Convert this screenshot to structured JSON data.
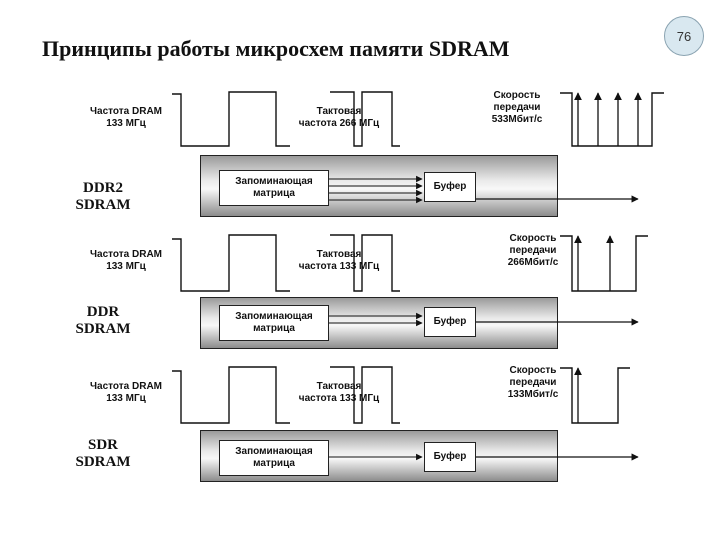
{
  "title": "Принципы работы микросхем памяти SDRAM",
  "page_number": "76",
  "sections": [
    {
      "id": "ddr2",
      "type_label": [
        "DDR2",
        "SDRAM"
      ],
      "dram_freq_label": [
        "Частота DRAM",
        "133 МГц"
      ],
      "clock_label": [
        "Тактовая",
        "частота 266 МГц"
      ],
      "speed_label": [
        "Скорость",
        "передачи",
        "533Мбит/с"
      ],
      "matrix_label": [
        "Запоминающая",
        "матрица"
      ],
      "buffer_label": "Буфер",
      "internal_lines": 4,
      "output_pulses": 4
    },
    {
      "id": "ddr",
      "type_label": [
        "DDR",
        "SDRAM"
      ],
      "dram_freq_label": [
        "Частота DRAM",
        "133 МГц"
      ],
      "clock_label": [
        "Тактовая",
        "частота 133 МГц"
      ],
      "speed_label": [
        "Скорость",
        "передачи",
        "266Мбит/с"
      ],
      "matrix_label": [
        "Запоминающая",
        "матрица"
      ],
      "buffer_label": "Буфер",
      "internal_lines": 2,
      "output_pulses": 2
    },
    {
      "id": "sdr",
      "type_label": [
        "SDR",
        "SDRAM"
      ],
      "dram_freq_label": [
        "Частота DRAM",
        "133 МГц"
      ],
      "clock_label": [
        "Тактовая",
        "частота 133 МГц"
      ],
      "speed_label": [
        "Скорость",
        "передачи",
        "133Мбит/с"
      ],
      "matrix_label": [
        "Запоминающая",
        "матрица"
      ],
      "buffer_label": "Буфер",
      "internal_lines": 1,
      "output_pulses": 1
    }
  ]
}
